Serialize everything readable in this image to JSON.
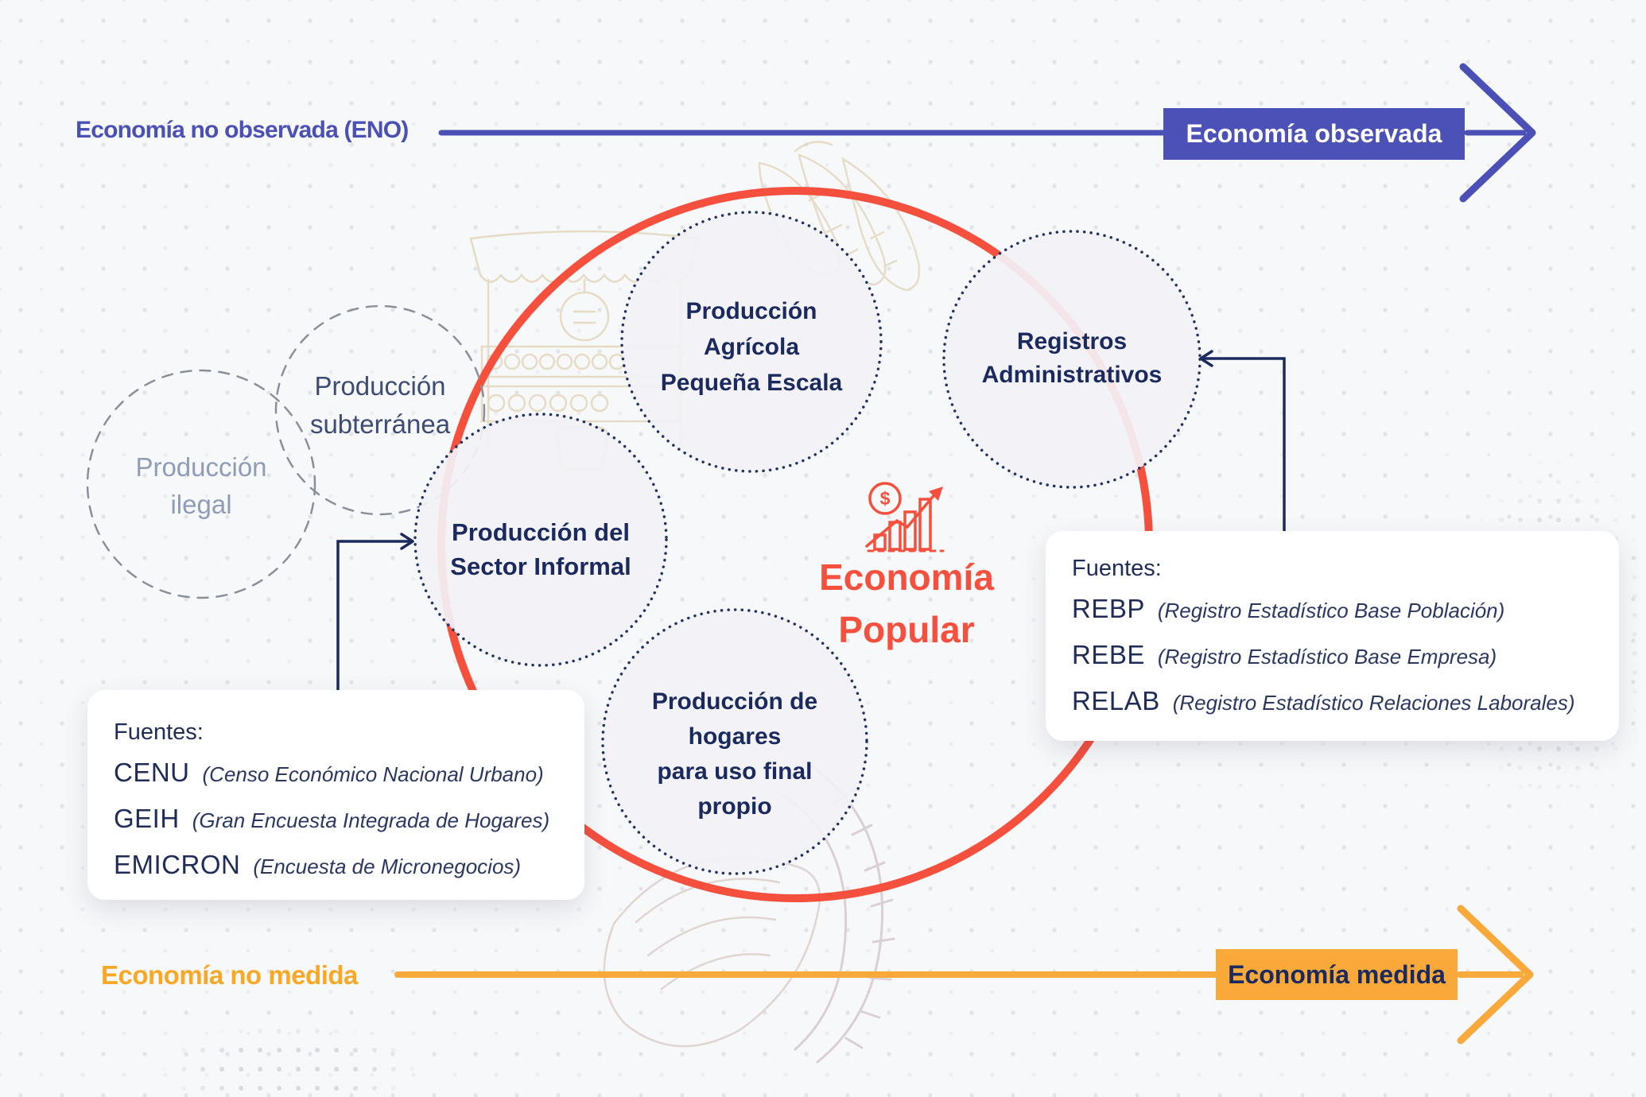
{
  "colors": {
    "purple": "#4a50b5",
    "orange": "#f9a93a",
    "orange_text": "#f9a825",
    "red": "#f4503d",
    "navy": "#1b2a5e",
    "gray_circle": "#8a909b",
    "ilegal_text": "#8f9cb8"
  },
  "axes": {
    "top": {
      "left_label": "Economía no observada (ENO)",
      "box_label": "Economía observada"
    },
    "bottom": {
      "left_label": "Economía no medida",
      "box_label": "Economía medida"
    }
  },
  "center": {
    "dollar_sign": "$",
    "title_lines": [
      "Economía",
      "Popular"
    ]
  },
  "circles": {
    "ilegal": {
      "lines": [
        "Producción",
        "ilegal"
      ]
    },
    "subterranea": {
      "lines": [
        "Producción",
        "subterránea"
      ]
    },
    "sector_informal": {
      "lines": [
        "Producción del",
        "Sector Informal"
      ]
    },
    "agricola": {
      "lines": [
        "Producción",
        "Agrícola",
        "Pequeña Escala"
      ]
    },
    "registros": {
      "lines": [
        "Registros",
        "Administrativos"
      ]
    },
    "hogares": {
      "lines": [
        "Producción de",
        "hogares",
        "para uso final",
        "propio"
      ]
    }
  },
  "sources_left": {
    "title": "Fuentes:",
    "items": [
      {
        "acronym": "CENU",
        "desc": "(Censo Económico Nacional Urbano)"
      },
      {
        "acronym": "GEIH",
        "desc": "(Gran Encuesta Integrada de Hogares)"
      },
      {
        "acronym": "EMICRON",
        "desc": "(Encuesta de Micronegocios)"
      }
    ]
  },
  "sources_right": {
    "title": "Fuentes:",
    "items": [
      {
        "acronym": "REBP",
        "desc": "(Registro Estadístico Base Población)"
      },
      {
        "acronym": "REBE",
        "desc": "(Registro Estadístico Base Empresa)"
      },
      {
        "acronym": "RELAB",
        "desc": "(Registro Estadístico Relaciones Laborales)"
      }
    ]
  }
}
